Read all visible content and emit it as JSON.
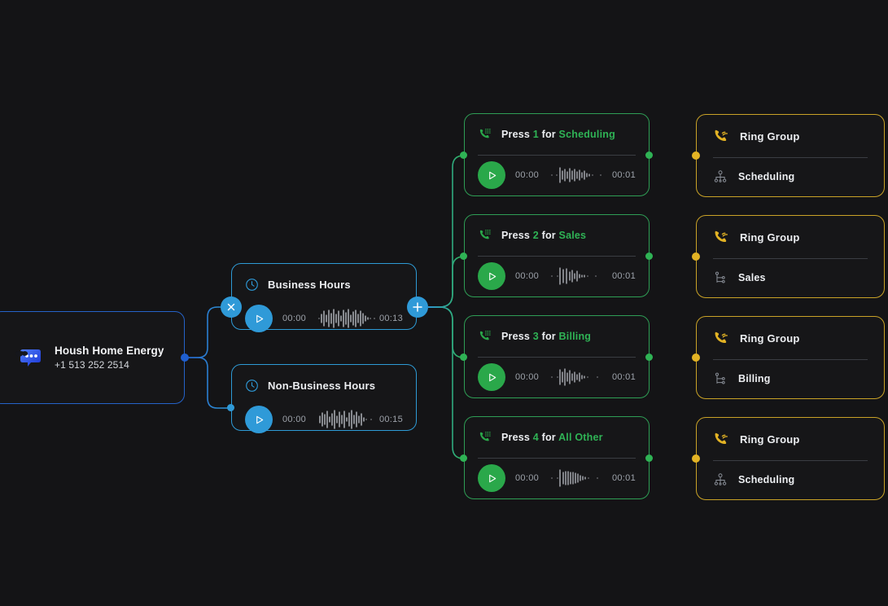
{
  "theme": {
    "background": "#141416",
    "card_background": "#161618",
    "blue": "#2f9ad8",
    "entry_blue": "#2563c9",
    "green": "#2fb355",
    "amber": "#c9a227",
    "text_primary": "#eceef1",
    "text_muted": "#9ea3ab"
  },
  "entry": {
    "name": "entry-node",
    "title": "Housh Home Energy",
    "phone": "+1 513 252 2514",
    "icon": "chat-bubble-sunglasses-logo"
  },
  "hours_nodes": [
    {
      "id": "business-hours",
      "icon": "clock-icon",
      "title": "Business Hours",
      "play_icon": "play-icon",
      "time_start": "00:00",
      "time_end": "00:13",
      "waveform": "audio-waveform"
    },
    {
      "id": "non-business-hours",
      "icon": "clock-icon",
      "title": "Non-Business Hours",
      "play_icon": "play-icon",
      "time_start": "00:00",
      "time_end": "00:15",
      "waveform": "audio-waveform"
    }
  ],
  "controls": {
    "delete_label": "×",
    "delete_name": "delete-branch-button",
    "add_label": "+",
    "add_name": "add-branch-button"
  },
  "ivr_nodes": [
    {
      "id": "ivr-press-1",
      "icon": "dialpad-phone-icon",
      "prefix": "Press",
      "digit": "1",
      "middle": "for",
      "destination": "Scheduling",
      "time_start": "00:00",
      "time_end": "00:01",
      "play_icon": "play-icon"
    },
    {
      "id": "ivr-press-2",
      "icon": "dialpad-phone-icon",
      "prefix": "Press",
      "digit": "2",
      "middle": "for",
      "destination": "Sales",
      "time_start": "00:00",
      "time_end": "00:01",
      "play_icon": "play-icon"
    },
    {
      "id": "ivr-press-3",
      "icon": "dialpad-phone-icon",
      "prefix": "Press",
      "digit": "3",
      "middle": "for",
      "destination": "Billing",
      "time_start": "00:00",
      "time_end": "00:01",
      "play_icon": "play-icon"
    },
    {
      "id": "ivr-press-4",
      "icon": "dialpad-phone-icon",
      "prefix": "Press",
      "digit": "4",
      "middle": "for",
      "destination": "All Other",
      "time_start": "00:00",
      "time_end": "00:01",
      "play_icon": "play-icon"
    }
  ],
  "ring_groups": [
    {
      "id": "ring-group-1",
      "icon": "ringing-phone-icon",
      "title": "Ring Group",
      "dest_icon": "org-chart-icon",
      "destination": "Scheduling"
    },
    {
      "id": "ring-group-2",
      "icon": "ringing-phone-icon",
      "title": "Ring Group",
      "dest_icon": "tree-branch-icon",
      "destination": "Sales"
    },
    {
      "id": "ring-group-3",
      "icon": "ringing-phone-icon",
      "title": "Ring Group",
      "dest_icon": "tree-branch-icon",
      "destination": "Billing"
    },
    {
      "id": "ring-group-4",
      "icon": "ringing-phone-icon",
      "title": "Ring Group",
      "dest_icon": "org-chart-icon",
      "destination": "Scheduling"
    }
  ]
}
